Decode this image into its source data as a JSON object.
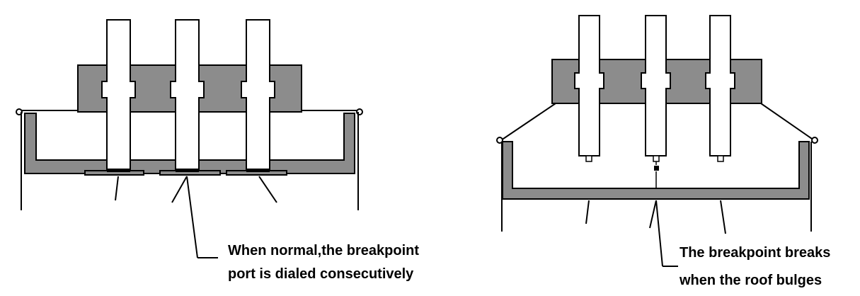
{
  "colors": {
    "fill": "#8c8c8c",
    "stroke": "#000000",
    "background": "#ffffff"
  },
  "left": {
    "caption": {
      "line1": "When normal,the breakpoint",
      "line2": "port is dialed consecutively"
    }
  },
  "right": {
    "caption": {
      "line1": "The breakpoint breaks",
      "line2": "when the roof bulges"
    }
  }
}
